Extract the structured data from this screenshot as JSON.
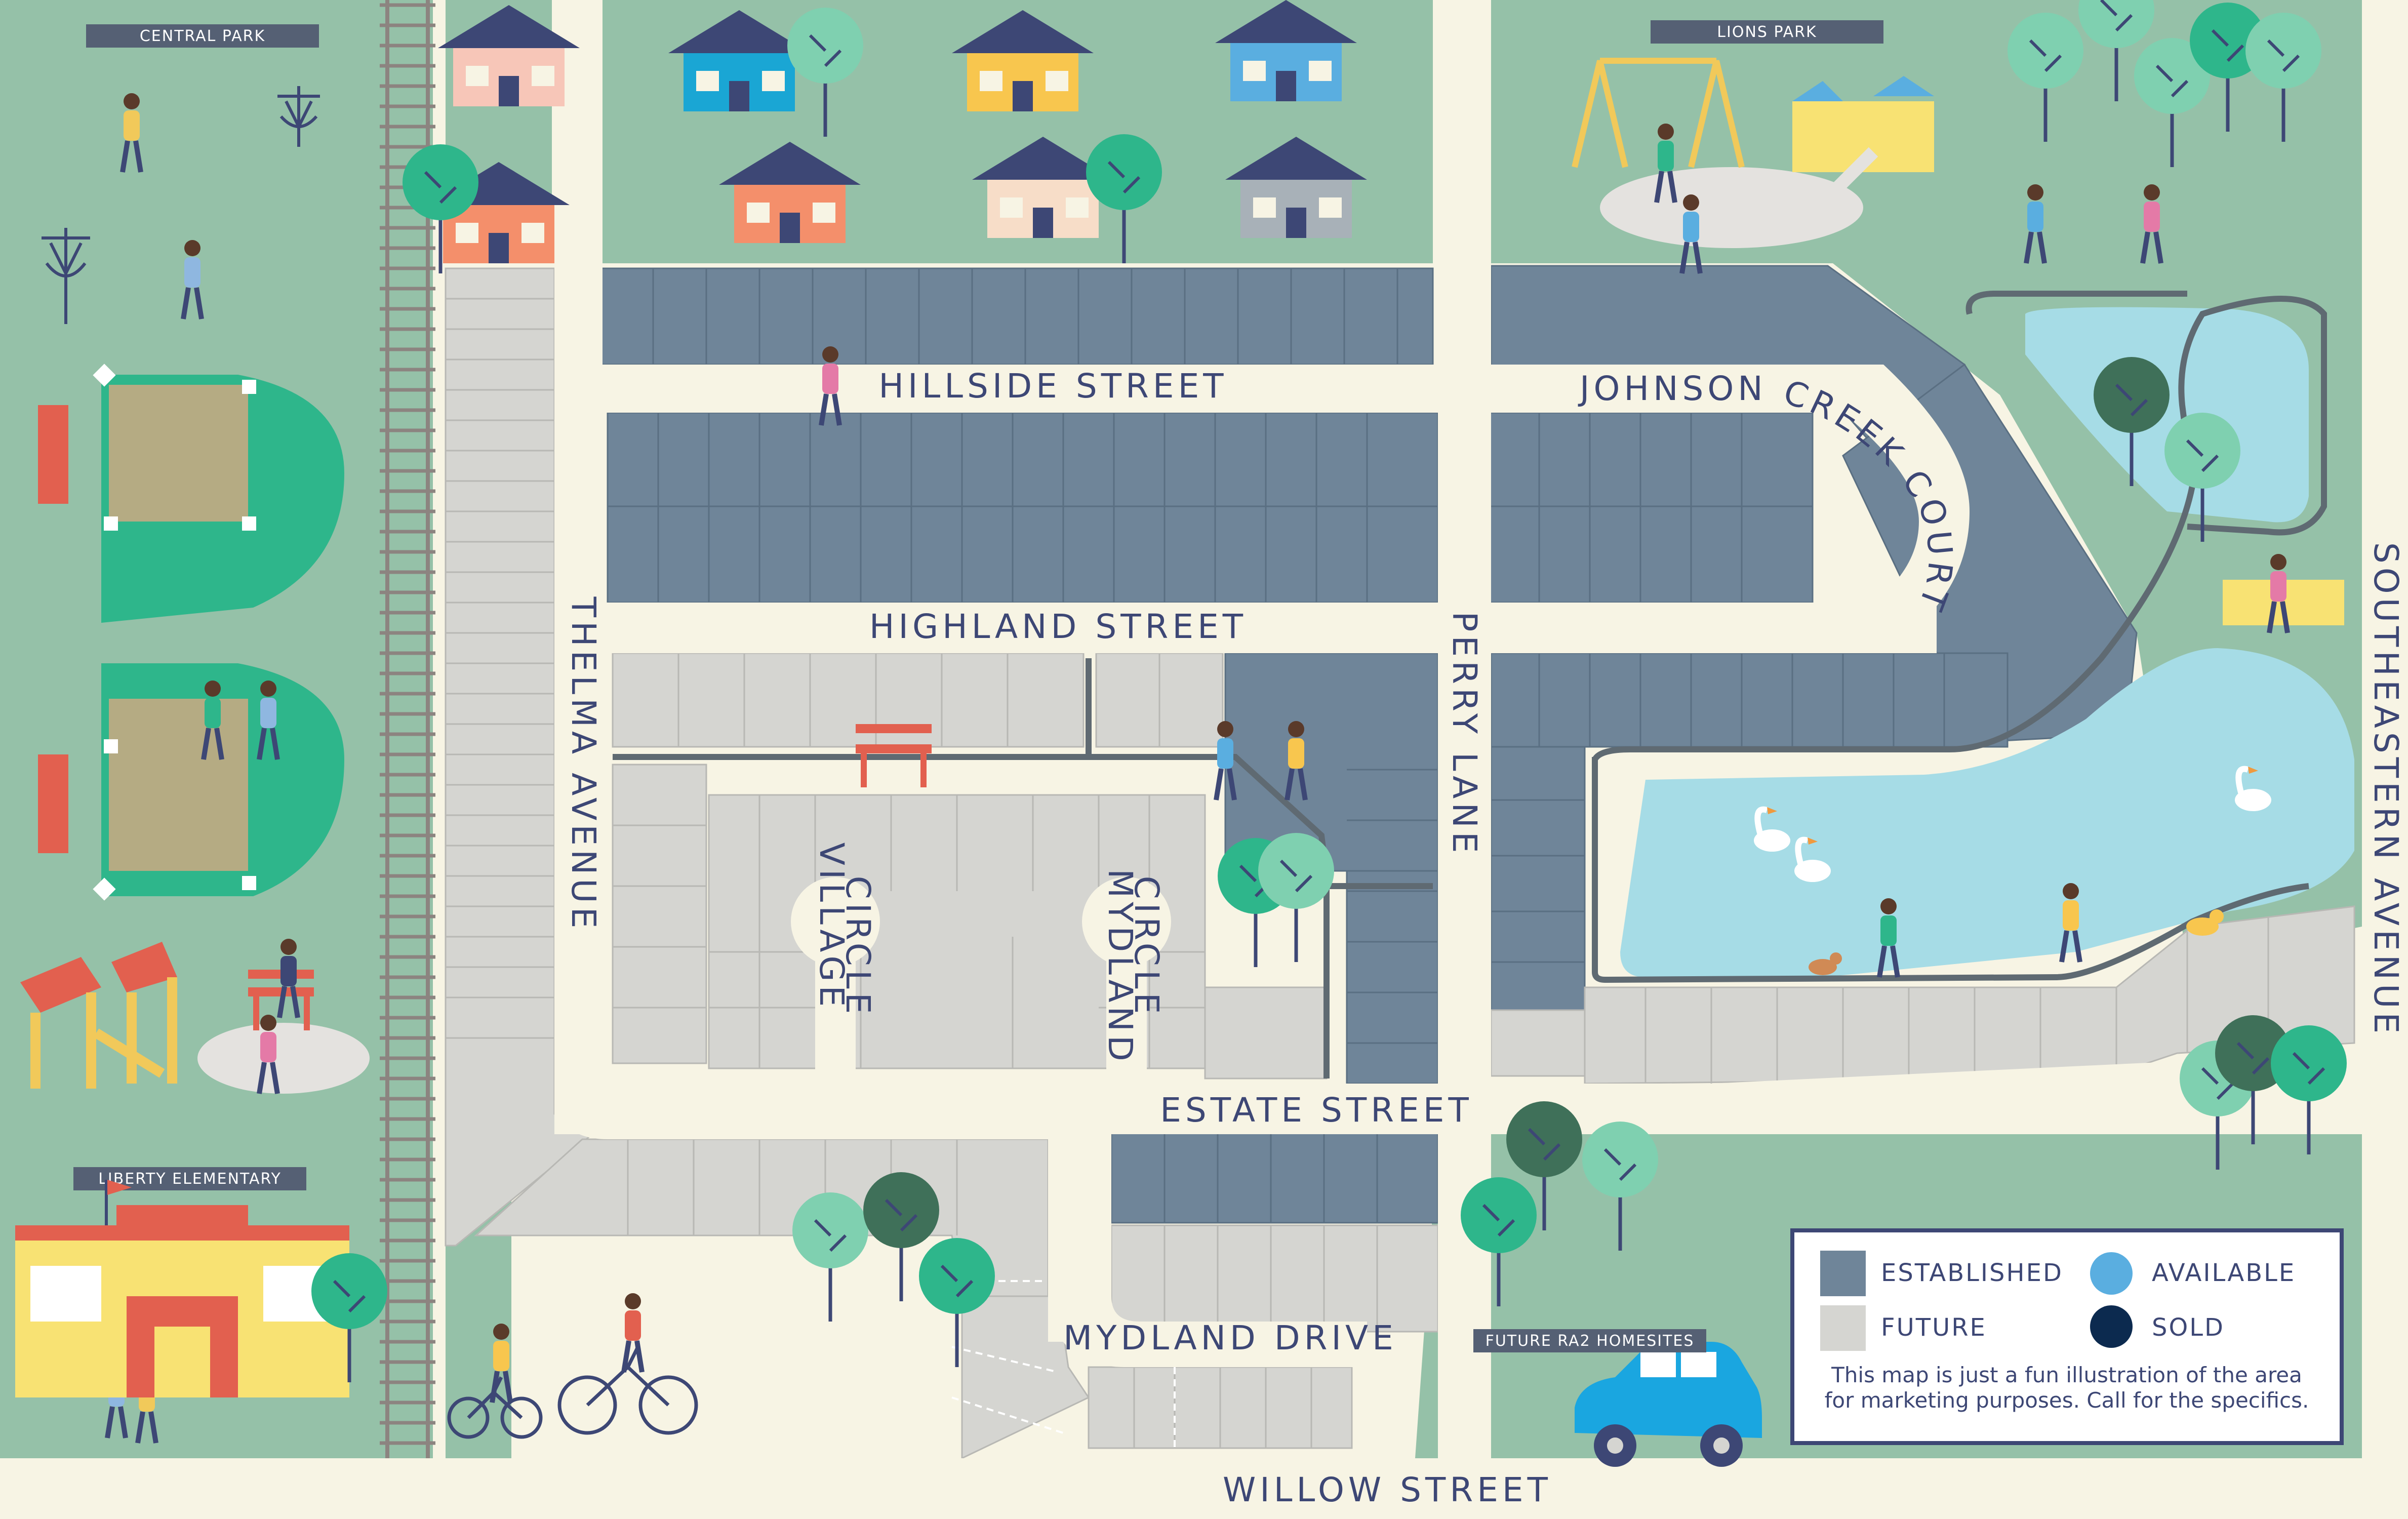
{
  "colors": {
    "background": "#f7f4e4",
    "park_green": "#95c1a8",
    "established_lot": "#6f8599",
    "future_lot": "#d5d5d1",
    "available": "#5aaee0",
    "sold": "#0c2a4f",
    "pond": "#a6dce6",
    "label_box": "#556074",
    "text": "#3d4775"
  },
  "parks": {
    "central_park": "CENTRAL PARK",
    "lions_park": "LIONS PARK",
    "liberty_elementary": "LIBERTY ELEMENTARY",
    "future_homesites": "FUTURE RA2 HOMESITES"
  },
  "streets": {
    "hillside": "HILLSIDE STREET",
    "highland": "HIGHLAND STREET",
    "johnson": "JOHNSON CREEK COURT",
    "thelma": "THELMA AVENUE",
    "perry": "PERRY LANE",
    "southeastern": "SOUTHEASTERN AVENUE",
    "village_1": "VILLAGE",
    "village_2": "CIRCLE",
    "mydland_1": "MYDLAND",
    "mydland_2": "CIRCLE",
    "estate": "ESTATE STREET",
    "mydland_drive": "MYDLAND DRIVE",
    "willow": "WILLOW STREET"
  },
  "legend": {
    "established": "ESTABLISHED",
    "future": "FUTURE",
    "available": "AVAILABLE",
    "sold": "SOLD",
    "note_line1": "This map is just a fun illustration of the area",
    "note_line2": "for marketing purposes. Call for the specifics."
  },
  "icons": [
    "house-icon",
    "tree-icon",
    "person-icon",
    "disc-golf-basket-icon",
    "baseball-field-icon",
    "playground-icon",
    "swing-set-icon",
    "swan-icon",
    "dog-icon",
    "bicycle-icon",
    "car-icon",
    "school-icon",
    "bench-icon",
    "railroad-track-icon"
  ]
}
